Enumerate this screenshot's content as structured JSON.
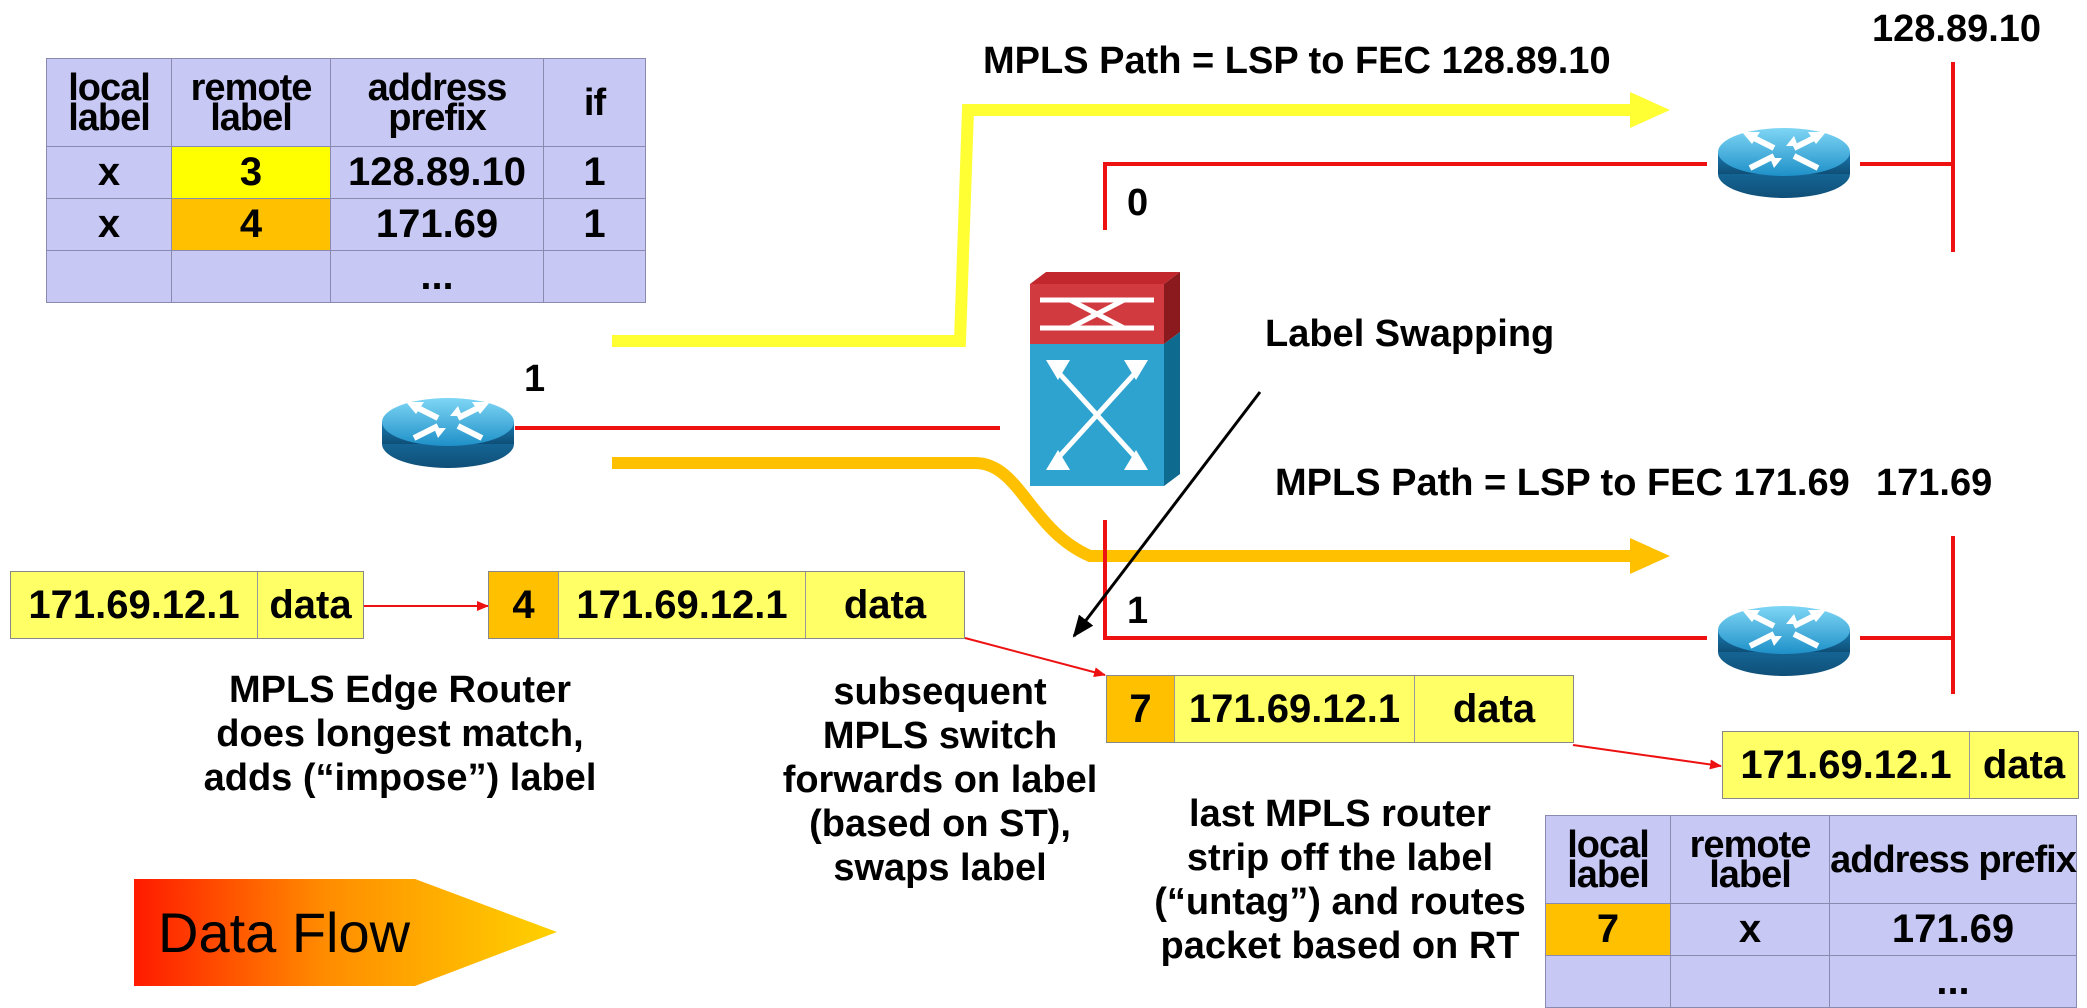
{
  "colors": {
    "path_yellow": "#ffff33",
    "path_orange": "#ffc000",
    "link_red": "#ee1111",
    "table_bg": "#c8c8f5",
    "packet_bg": "#ffff66"
  },
  "ingress_table": {
    "headers": [
      "local label",
      "remote label",
      "address prefix",
      "if"
    ],
    "rows": [
      [
        "x",
        "3",
        "128.89.10",
        "1"
      ],
      [
        "x",
        "4",
        "171.69",
        "1"
      ],
      [
        "",
        "",
        "...",
        ""
      ]
    ]
  },
  "egress_table": {
    "headers": [
      "local label",
      "remote label",
      "address prefix"
    ],
    "rows": [
      [
        "7",
        "x",
        "171.69"
      ],
      [
        "",
        "",
        "..."
      ]
    ]
  },
  "paths": {
    "top": "MPLS Path = LSP to FEC 128.89.10",
    "bottom": "MPLS Path = LSP to FEC 171.69"
  },
  "destinations": {
    "top": "128.89.10",
    "bottom": "171.69"
  },
  "interfaces": {
    "ingress": "1",
    "switch_top": "0",
    "switch_bottom": "1"
  },
  "label_swapping": "Label Swapping",
  "packets": {
    "p1": [
      "171.69.12.1",
      "data"
    ],
    "p2": [
      "4",
      "171.69.12.1",
      "data"
    ],
    "p3": [
      "7",
      "171.69.12.1",
      "data"
    ],
    "p4": [
      "171.69.12.1",
      "data"
    ]
  },
  "captions": {
    "edge": "MPLS Edge Router\ndoes longest match,\nadds (“impose”) label",
    "switch": "subsequent\nMPLS switch\nforwards on label\n(based on ST),\nswaps label",
    "last": "last MPLS router\nstrip off the label\n(“untag”) and routes\npacket based on RT"
  },
  "data_flow": "Data Flow",
  "icons": [
    "router-icon",
    "atm-switch-icon"
  ]
}
